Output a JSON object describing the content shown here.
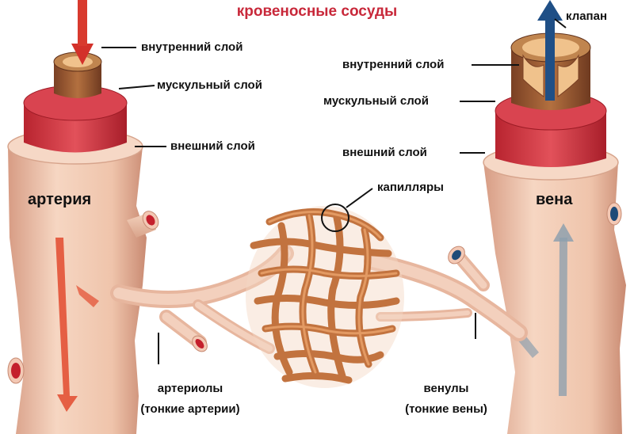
{
  "title": "кровеносные сосуды",
  "labels": {
    "valve": "клапан",
    "artery_inner": "внутренний слой",
    "artery_muscle": "мускульный слой",
    "artery_outer": "внешний слой",
    "vein_inner": "внутренний слой",
    "vein_muscle": "мускульный слой",
    "vein_outer": "внешний слой",
    "capillaries": "капилляры",
    "artery": "артерия",
    "vein": "вена",
    "arterioles_1": "артериолы",
    "arterioles_2": "(тонкие артерии)",
    "venules_1": "венулы",
    "venules_2": "(тонкие вены)"
  },
  "colors": {
    "title": "#c8283a",
    "vessel_wall": "#f2c9b2",
    "vessel_shade": "#d89d84",
    "muscle": "#d9404a",
    "inner": "#a5603a",
    "capillary": "#c8773f",
    "arterial_flow": "#e0442c",
    "venous_flow": "#1f5a8c"
  }
}
